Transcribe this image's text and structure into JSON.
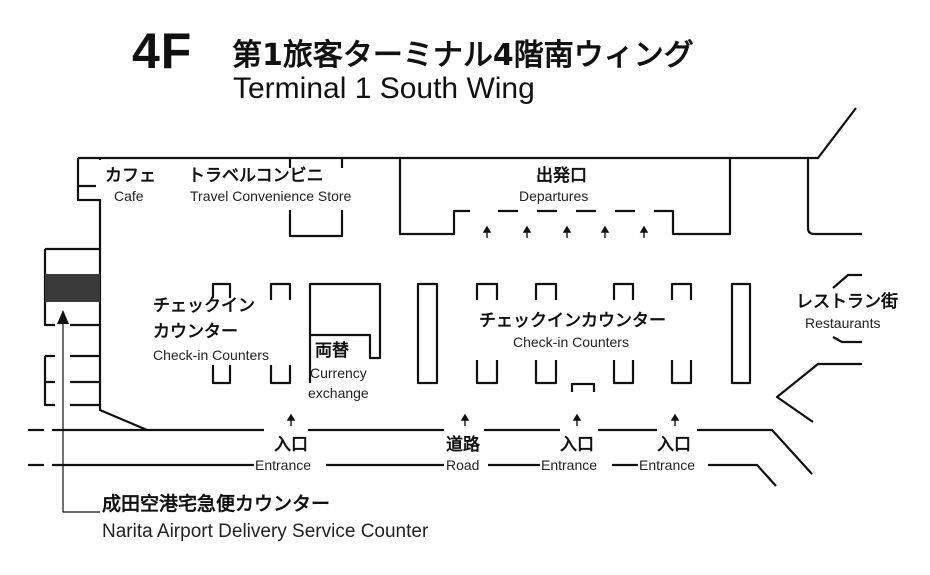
{
  "header": {
    "floor": "4F",
    "title_jp": "第1旅客ターミナル4階南ウィング",
    "title_en": "Terminal 1 South Wing"
  },
  "areas": {
    "cafe": {
      "jp": "カフェ",
      "en": "Cafe"
    },
    "travel_store": {
      "jp": "トラベルコンビニ",
      "en": "Travel Convenience Store"
    },
    "departures": {
      "jp": "出発口",
      "en": "Departures"
    },
    "checkin_left": {
      "jp_line1": "チェックイン",
      "jp_line2": "カウンター",
      "en": "Check-in Counters"
    },
    "currency": {
      "jp": "両替",
      "en_line1": "Currency",
      "en_line2": "exchange"
    },
    "checkin_main": {
      "jp": "チェックインカウンター",
      "en": "Check-in Counters"
    },
    "restaurants": {
      "jp": "レストラン街",
      "en": "Restaurants"
    },
    "delivery": {
      "jp": "成田空港宅急便カウンター",
      "en": "Narita Airport Delivery Service Counter"
    }
  },
  "entrances": [
    {
      "jp": "入口",
      "en": "Entrance"
    },
    {
      "jp": "道路",
      "en": "Road"
    },
    {
      "jp": "入口",
      "en": "Entrance"
    },
    {
      "jp": "入口",
      "en": "Entrance"
    }
  ],
  "colors": {
    "line": "#111111",
    "highlight": "#3a3a3a",
    "background": "#ffffff"
  }
}
